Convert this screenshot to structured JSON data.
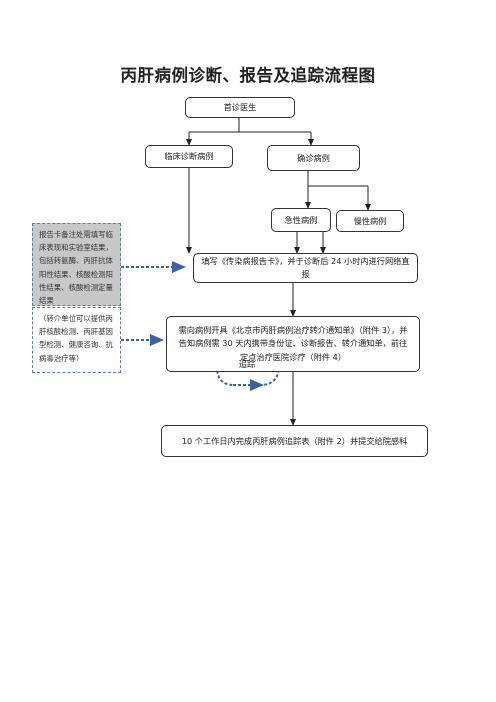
{
  "title": "丙肝病例诊断、报告及追踪流程图",
  "nodes": {
    "doctor": "首诊医生",
    "clinical": "临床诊断病例",
    "confirmed": "确诊病例",
    "acute": "急性病例",
    "chronic": "慢性病例",
    "report": "填写《传染病报告卡》，并于诊断后 24 小时内进行网络直报",
    "referral": "需向病例开具《北京市丙肝病例治疗转介通知单》（附件 3），并告知病例需 30 天内携带身份证、诊断报告、转介通知单，前往定点治疗医院诊疗（附件 4）",
    "track": "追踪",
    "final": "10 个工作日内完成丙肝病例追踪表（附件 2）并提交给院感科"
  },
  "notes": {
    "report_note": "报告卡备注处需填写临床表现和实验室结果，包括转氨酶、丙肝抗体阳性结果、核酸检测阳性结果、核酸检测定量结果",
    "referral_note": "（转介单位可以提供丙肝核酸检测、丙肝基因型检测、健康咨询、抗病毒治疗等）"
  }
}
